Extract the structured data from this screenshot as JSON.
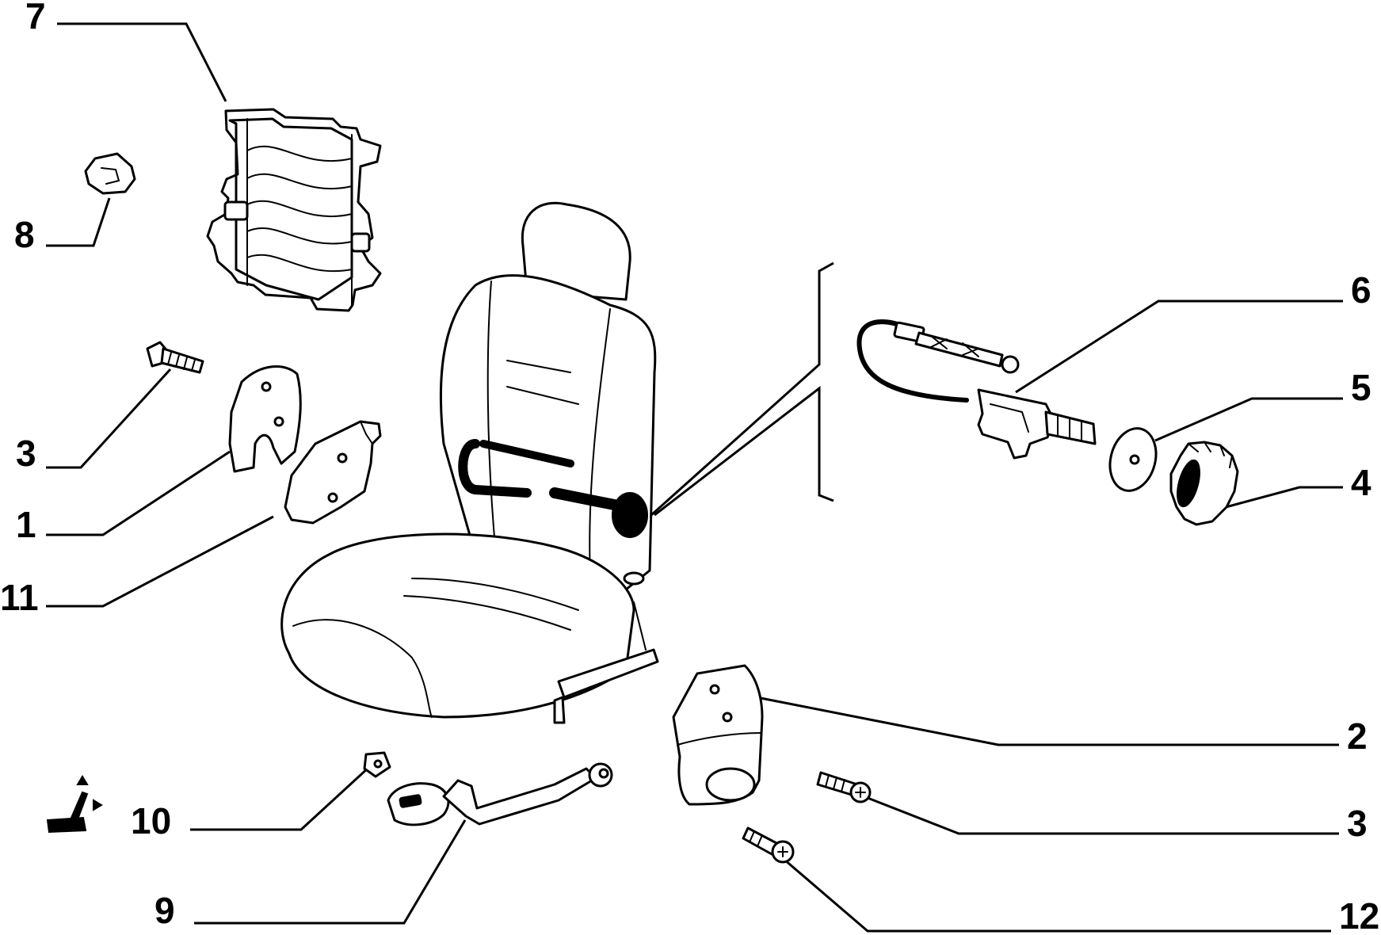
{
  "callouts": {
    "c7": "7",
    "c8": "8",
    "c3_left": "3",
    "c1": "1",
    "c11": "11",
    "c6": "6",
    "c5": "5",
    "c4": "4",
    "c2": "2",
    "c3_right": "3",
    "c10": "10",
    "c9": "9",
    "c12": "12"
  }
}
